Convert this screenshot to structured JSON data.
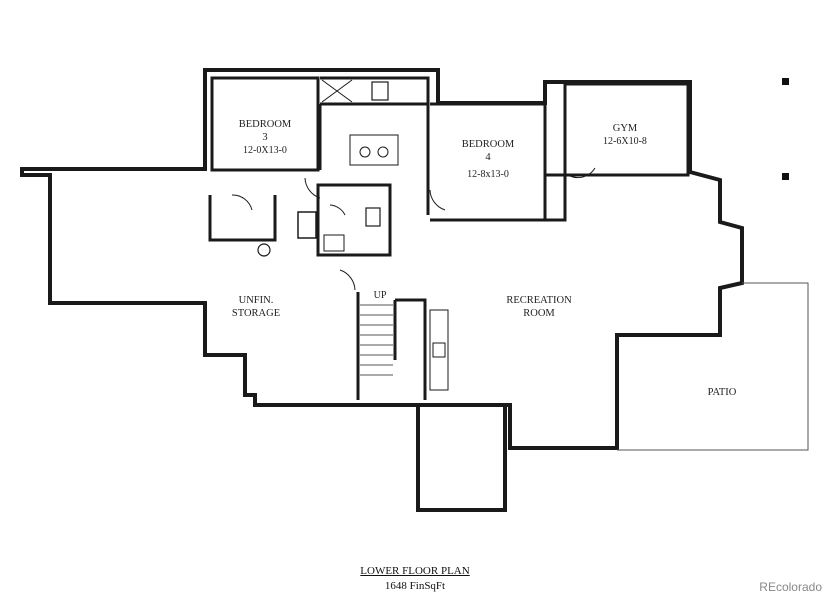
{
  "rooms": {
    "bedroom3": {
      "name": "BEDROOM",
      "number": "3",
      "dims": "12-0X13-0"
    },
    "bedroom4": {
      "name": "BEDROOM",
      "number": "4",
      "dims": "12-8x13-0"
    },
    "gym": {
      "name": "GYM",
      "dims": "12-6X10-8"
    },
    "storage": {
      "line1": "UNFIN.",
      "line2": "STORAGE"
    },
    "recreation": {
      "line1": "RECREATION",
      "line2": "ROOM"
    },
    "patio": {
      "name": "PATIO"
    }
  },
  "stairs": {
    "label": "UP"
  },
  "caption": {
    "title": "LOWER FLOOR PLAN",
    "area": "1648 FinSqFt"
  },
  "watermark": "REcolorado",
  "colors": {
    "wall": "#1a1a1a",
    "ink": "#222222",
    "watermark": "#888888"
  }
}
